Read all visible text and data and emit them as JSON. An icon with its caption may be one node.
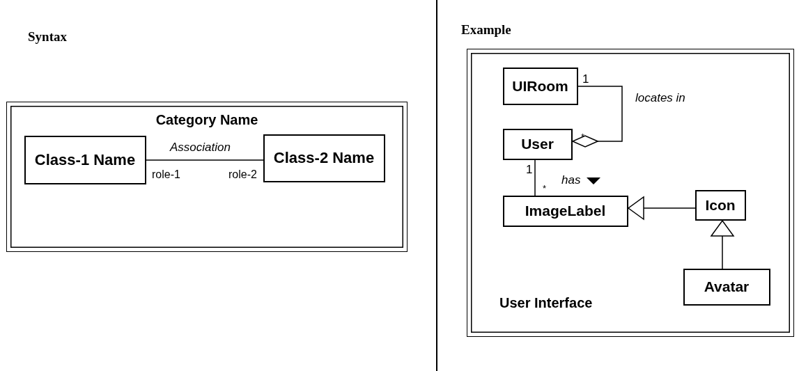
{
  "diagram": {
    "nodes": [
      {
        "text": [
          "Category Name"
        ]
      },
      {
        "text": [
          "Class-1 Name"
        ],
        "in": 0
      },
      {
        "text": [
          "Class-2 Name"
        ],
        "in": 0
      },
      {
        "text": [
          "User Interface"
        ]
      },
      {
        "text": [
          "UIRoom"
        ],
        "in": 3
      },
      {
        "text": [
          "User"
        ],
        "in": 3
      },
      {
        "text": [
          "ImageLabel"
        ],
        "in": 3
      },
      {
        "text": [
          "Icon"
        ],
        "in": 3
      },
      {
        "text": [
          "Avatar"
        ],
        "in": 3
      }
    ],
    "edges": [
      {
        "from": 1,
        "to": 2,
        "arrow": "none",
        "label": "Association"
      },
      {
        "from": 4,
        "to": 5,
        "arrow": "other",
        "label": "locates in"
      },
      {
        "from": 5,
        "to": 6,
        "arrow": "none",
        "label": "has"
      },
      {
        "from": 7,
        "to": 6,
        "arrow": "to"
      },
      {
        "from": 8,
        "to": 7,
        "arrow": "to"
      }
    ],
    "labels": [
      "Syntax",
      "Example",
      "role-1",
      "role-2",
      "1",
      "*",
      "1",
      "*"
    ]
  }
}
